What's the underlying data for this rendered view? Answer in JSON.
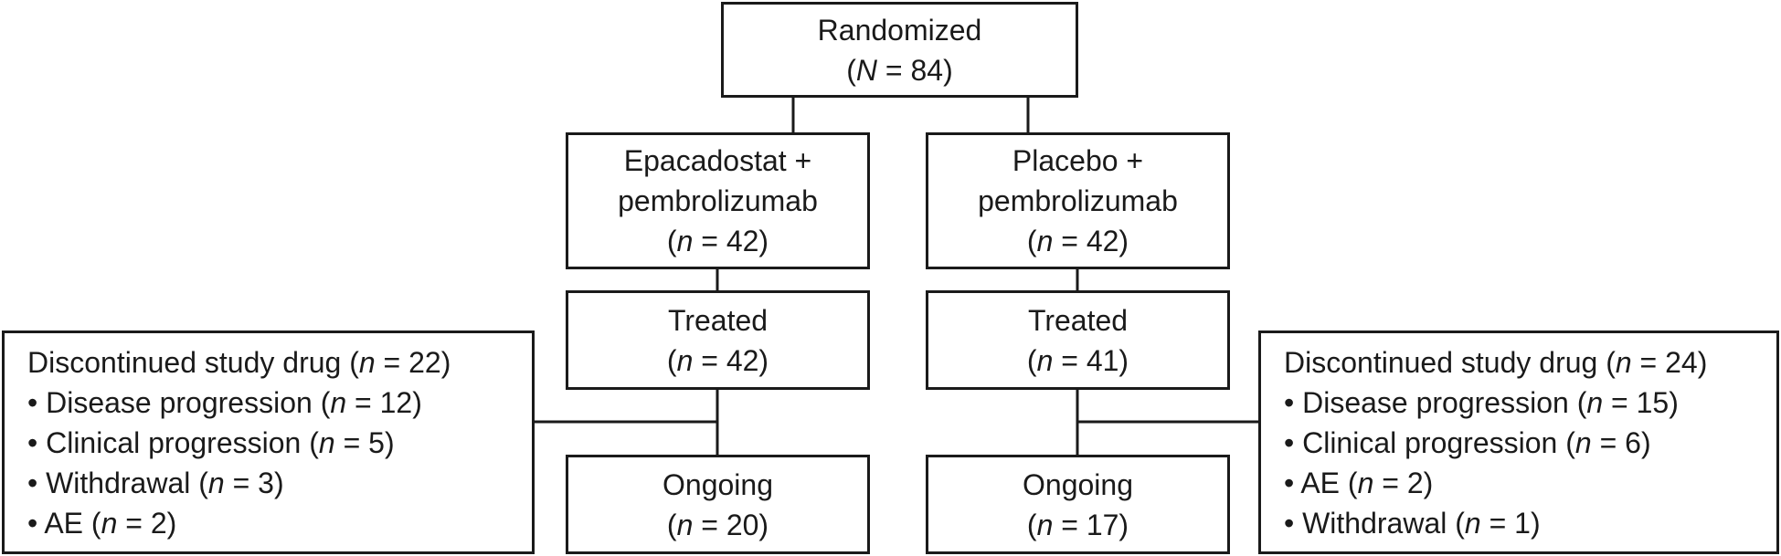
{
  "randomized": {
    "title": "Randomized",
    "count_prefix": "(",
    "count_var": "N",
    "count_rest": " = 84)"
  },
  "arms": [
    {
      "name_line1": "Epacadostat +",
      "name_line2": "pembrolizumab",
      "n_rest": " = 42)",
      "treated_label": "Treated",
      "treated_rest": " = 42)",
      "ongoing_label": "Ongoing",
      "ongoing_rest": " = 20)",
      "discontinued": {
        "heading": "Discontinued study drug (",
        "heading_rest": " = 22)",
        "reasons": [
          {
            "label": "• Disease progression (",
            "rest": " = 12)"
          },
          {
            "label": "• Clinical progression (",
            "rest": " = 5)"
          },
          {
            "label": "• Withdrawal (",
            "rest": " = 3)"
          },
          {
            "label": "• AE (",
            "rest": " = 2)"
          }
        ]
      }
    },
    {
      "name_line1": "Placebo +",
      "name_line2": "pembrolizumab",
      "n_rest": " = 42)",
      "treated_label": "Treated",
      "treated_rest": " = 41)",
      "ongoing_label": "Ongoing",
      "ongoing_rest": " = 17)",
      "discontinued": {
        "heading": "Discontinued study drug (",
        "heading_rest": " = 24)",
        "reasons": [
          {
            "label": "• Disease progression (",
            "rest": " = 15)"
          },
          {
            "label": "• Clinical progression (",
            "rest": " = 6)"
          },
          {
            "label": "• AE (",
            "rest": " = 2)"
          },
          {
            "label": "• Withdrawal (",
            "rest": " = 1)"
          }
        ]
      }
    }
  ],
  "n_symbol": "n",
  "open_paren": "("
}
